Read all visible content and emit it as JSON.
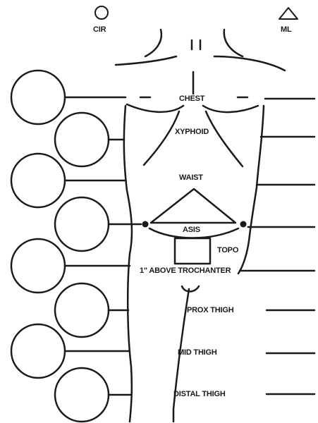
{
  "legend": {
    "circumference_symbol_label": "CIR",
    "midline_symbol_label": "ML"
  },
  "measurement_sites": {
    "chest": "CHEST",
    "xyphoid": "XYPHOID",
    "waist": "WAIST",
    "asis": "ASIS",
    "topo": "TOPO",
    "above_trochanter": "1\" ABOVE TROCHANTER",
    "prox_thigh": "PROX THIGH",
    "mid_thigh": "MID THIGH",
    "distal_thigh": "DISTAL THIGH"
  },
  "colors": {
    "ink": "#1a1a1a",
    "paper": "#ffffff"
  }
}
